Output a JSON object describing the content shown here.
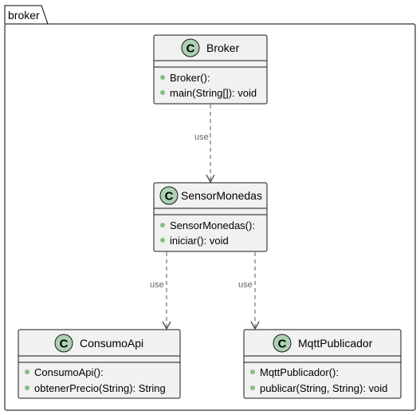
{
  "package": {
    "name": "broker"
  },
  "class_icon_letter": "C",
  "colors": {
    "class_fill": "#F1F1F1",
    "class_border": "#181818",
    "class_icon_fill": "#ADD1B2",
    "public_marker": "#84BE84",
    "edge": "#555555",
    "edge_label": "#666666"
  },
  "classes": [
    {
      "id": "broker",
      "name": "Broker",
      "methods": [
        "Broker():",
        "main(String[]): void"
      ]
    },
    {
      "id": "sensor",
      "name": "SensorMonedas",
      "methods": [
        "SensorMonedas():",
        "iniciar(): void"
      ]
    },
    {
      "id": "consumo",
      "name": "ConsumoApi",
      "methods": [
        "ConsumoApi():",
        "obtenerPrecio(String): String"
      ]
    },
    {
      "id": "mqtt",
      "name": "MqttPublicador",
      "methods": [
        "MqttPublicador():",
        "publicar(String, String): void"
      ]
    }
  ],
  "relations": [
    {
      "from": "broker",
      "to": "sensor",
      "label": "use"
    },
    {
      "from": "sensor",
      "to": "consumo",
      "label": "use"
    },
    {
      "from": "sensor",
      "to": "mqtt",
      "label": "use"
    }
  ]
}
